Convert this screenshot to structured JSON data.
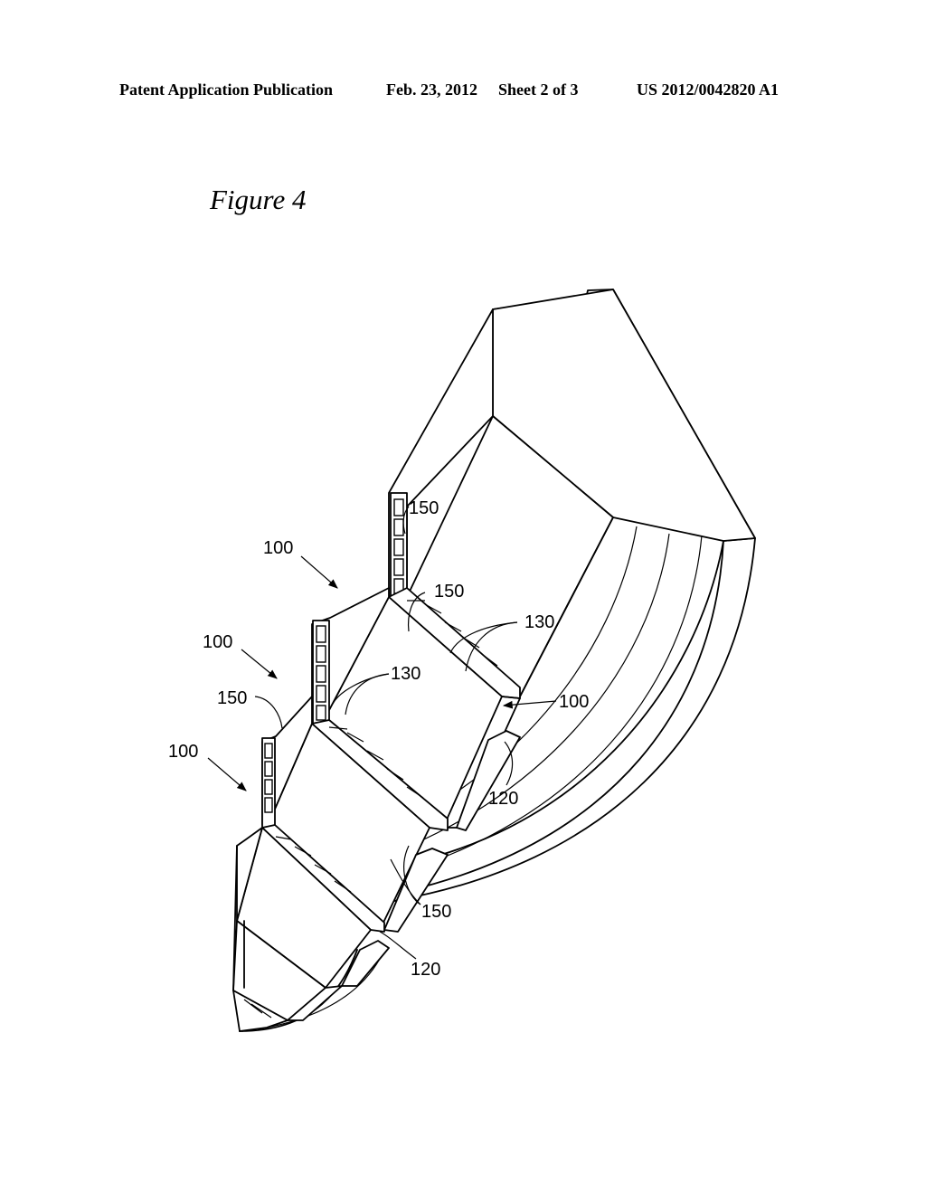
{
  "header": {
    "left": "Patent Application Publication",
    "date": "Feb. 23, 2012",
    "sheet": "Sheet 2 of 3",
    "right": "US 2012/0042820 A1"
  },
  "figure": {
    "title": "Figure 4",
    "labels": {
      "l150a": "150",
      "l150b": "150",
      "l100a": "100",
      "l130a": "130",
      "l100b": "100",
      "l130b": "130",
      "l150c": "150",
      "l100c": "100",
      "l100d": "100",
      "l120a": "120",
      "l150d": "150",
      "l120b": "120"
    }
  }
}
